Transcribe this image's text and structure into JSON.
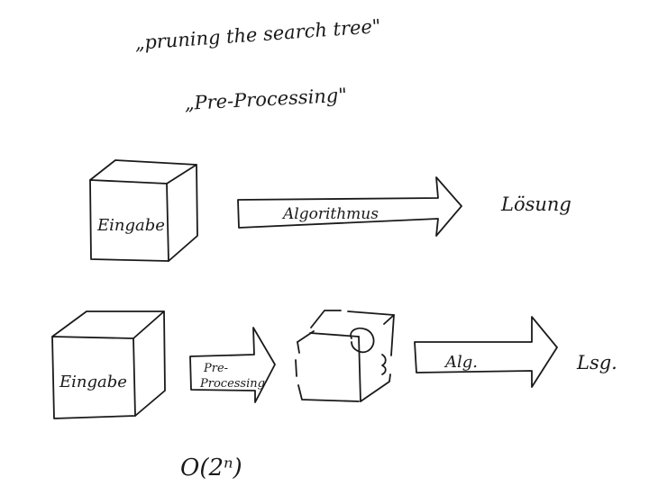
{
  "notes": {
    "line1": "„pruning the search tree\"",
    "line2": "„Pre-Processing\""
  },
  "top_flow": {
    "box_label": "Eingabe",
    "arrow_label": "Algorithmus",
    "result": "Lösung"
  },
  "bottom_flow": {
    "box_label": "Eingabe",
    "arrow1_label_line1": "Pre-",
    "arrow1_label_line2": "Processing",
    "arrow2_label": "Alg.",
    "result": "Lsg.",
    "complexity": "O(2ⁿ)"
  },
  "colors": {
    "ink": "#1a1a1a",
    "background": "#ffffff"
  }
}
